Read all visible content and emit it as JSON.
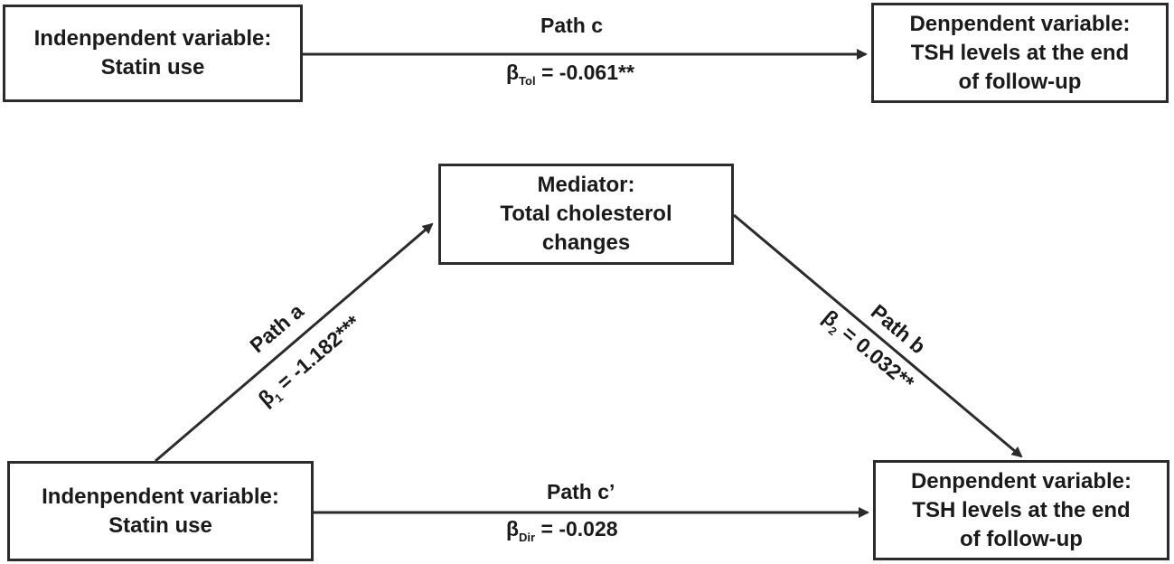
{
  "top": {
    "independent": {
      "line1": "Indenpendent variable:",
      "line2": "Statin use"
    },
    "dependent": {
      "line1": "Denpendent variable:",
      "line2": "TSH levels at the end",
      "line3": "of follow-up"
    },
    "path_c": {
      "label": "Path c",
      "beta": "β",
      "sub": "Tol",
      "value": " = -0.061**"
    }
  },
  "mediator": {
    "line1": "Mediator:",
    "line2": "Total cholesterol",
    "line3": "changes"
  },
  "path_a": {
    "label": "Path a",
    "beta": "β",
    "sub": "1",
    "value": " = -1.182***"
  },
  "path_b": {
    "label": "Path b",
    "beta": "β",
    "sub": "2",
    "value": " = 0.032**"
  },
  "bottom": {
    "independent": {
      "line1": "Indenpendent variable:",
      "line2": "Statin use"
    },
    "dependent": {
      "line1": "Denpendent variable:",
      "line2": "TSH levels at the end",
      "line3": "of follow-up"
    },
    "path_c_prime": {
      "label": "Path c’",
      "beta": "β",
      "sub": "Dir",
      "value": " = -0.028"
    }
  },
  "colors": {
    "line": "#2b2b2b",
    "text": "#1a1a1a"
  }
}
